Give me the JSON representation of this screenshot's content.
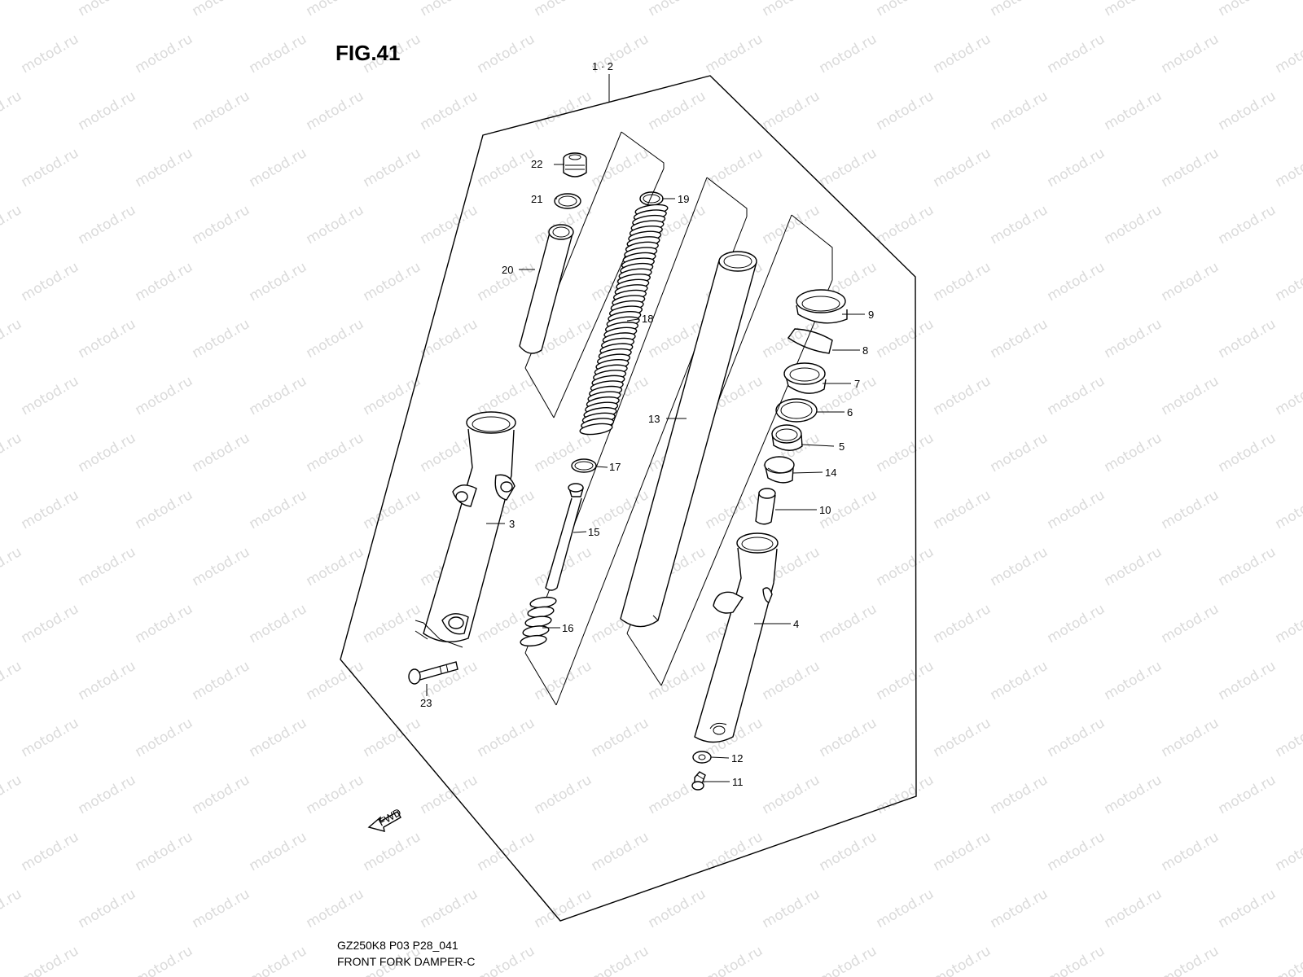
{
  "figure": {
    "title": "FIG.41"
  },
  "watermark": {
    "text": "motod.ru"
  },
  "footer": {
    "model_code": "GZ250K8 P03 P28_041",
    "caption": "FRONT FORK DAMPER-C"
  },
  "fwd_label": "FWD",
  "callouts": {
    "assembly": "1 · 2",
    "c3": "3",
    "c4": "4",
    "c5": "5",
    "c6": "6",
    "c7": "7",
    "c8": "8",
    "c9": "9",
    "c10": "10",
    "c11": "11",
    "c12": "12",
    "c13": "13",
    "c14": "14",
    "c15": "15",
    "c16": "16",
    "c17": "17",
    "c18": "18",
    "c19": "19",
    "c20": "20",
    "c21": "21",
    "c22": "22",
    "c23": "23"
  }
}
